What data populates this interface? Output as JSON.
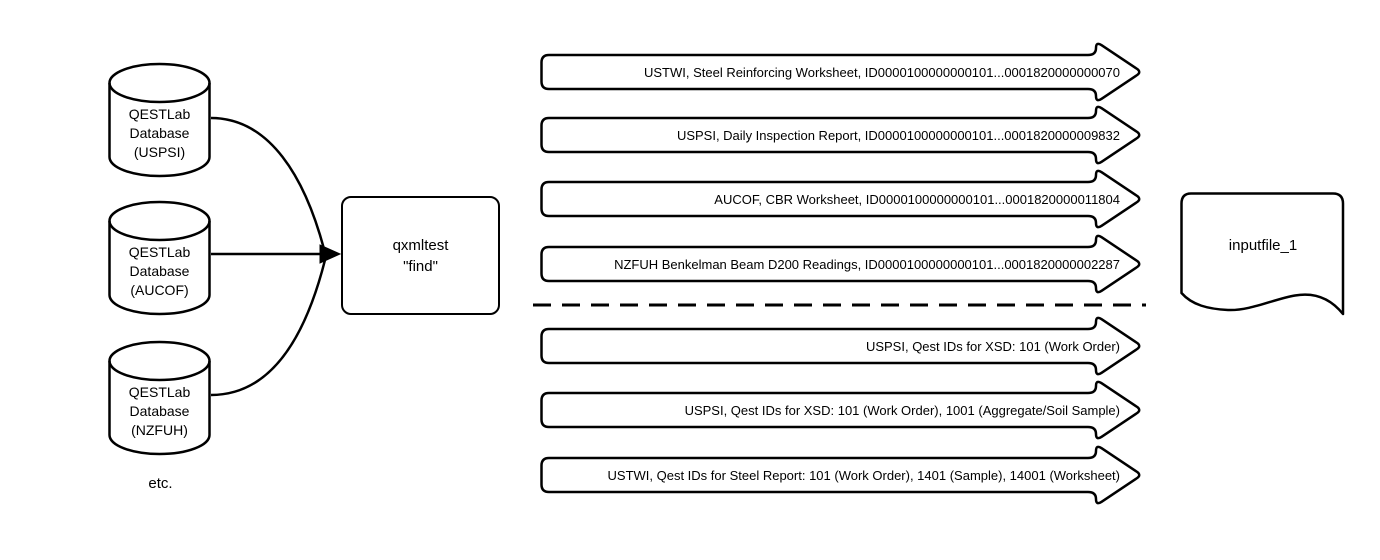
{
  "diagram": {
    "databases": [
      {
        "line1": "QESTLab",
        "line2": "Database",
        "line3": "(USPSI)"
      },
      {
        "line1": "QESTLab",
        "line2": "Database",
        "line3": "(AUCOF)"
      },
      {
        "line1": "QESTLab",
        "line2": "Database",
        "line3": "(NZFUH)"
      }
    ],
    "etc_label": "etc.",
    "process_box": {
      "line1": "qxmltest",
      "line2": "\"find\""
    },
    "arrows": [
      {
        "label": "USTWI, Steel Reinforcing Worksheet, ID0000100000000101...0001820000000070"
      },
      {
        "label": "USPSI, Daily Inspection Report, ID0000100000000101...0001820000009832"
      },
      {
        "label": "AUCOF, CBR Worksheet, ID0000100000000101...0001820000011804"
      },
      {
        "label": "NZFUH Benkelman Beam D200 Readings, ID0000100000000101...0001820000002287"
      },
      {
        "label": "USPSI, Qest IDs for XSD: 101 (Work Order)"
      },
      {
        "label": "USPSI, Qest IDs for XSD: 101 (Work Order), 1001 (Aggregate/Soil Sample)"
      },
      {
        "label": "USTWI, Qest IDs for Steel Report: 101 (Work Order), 1401 (Sample), 14001 (Worksheet)"
      }
    ],
    "output_document": {
      "label": "inputfile_1"
    },
    "colors": {
      "stroke": "#000000",
      "fill": "#ffffff",
      "background": "#ffffff"
    }
  }
}
